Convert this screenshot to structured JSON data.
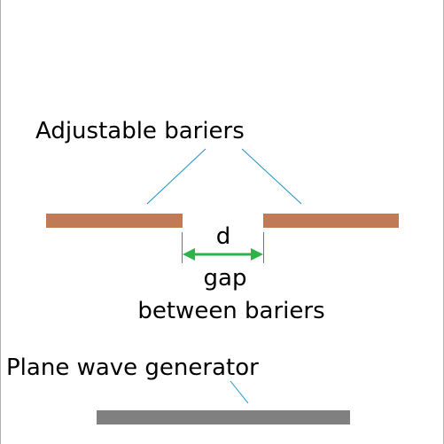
{
  "labels": {
    "barriers": "Adjustable bariers",
    "gap_symbol": "d",
    "gap_line1": "gap",
    "gap_line2": "between bariers",
    "generator": "Plane wave generator"
  },
  "colors": {
    "background": "#ffffff",
    "frame": "#b0b0b0",
    "barrier": "#c07a55",
    "generator": "#808080",
    "leader": "#1e90c8",
    "arrow": "#2db34a",
    "text": "#000000"
  },
  "icons": {
    "gap_arrow": "double-headed-arrow-icon"
  }
}
